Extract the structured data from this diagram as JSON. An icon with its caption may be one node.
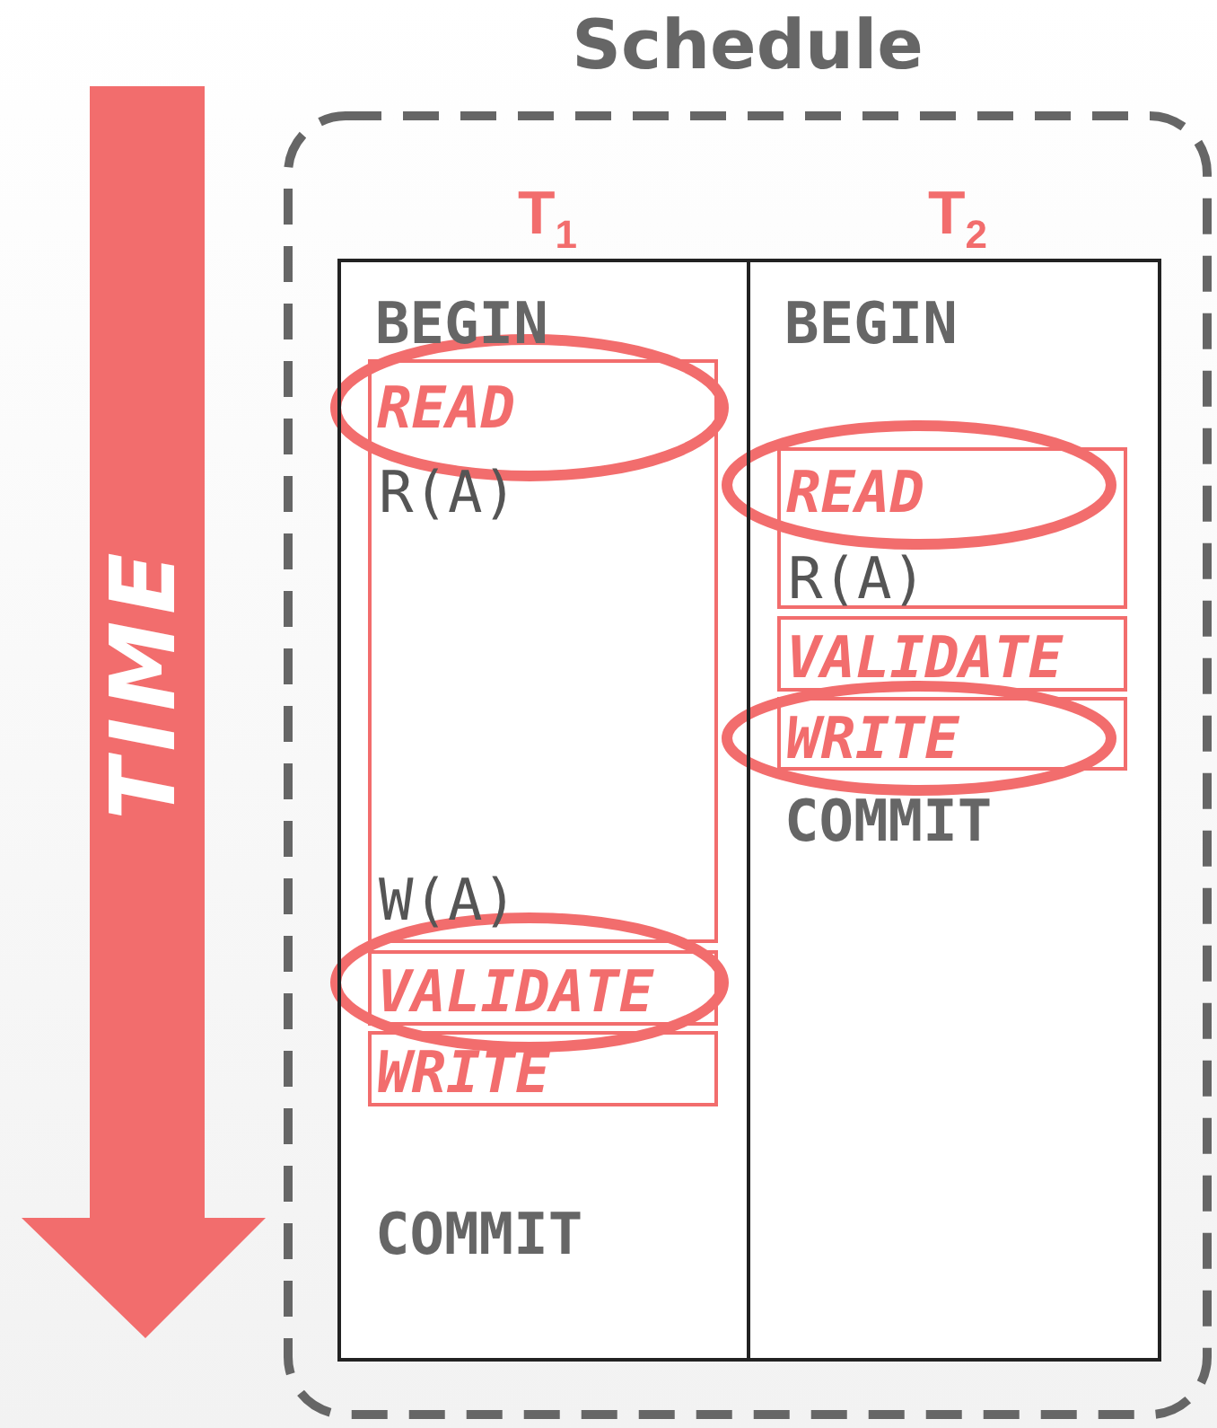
{
  "diagram": {
    "title": "Schedule",
    "nodes": [
      {
        "text": [],
        "shape": "box"
      },
      {
        "text": [
          "T$_{1}$",
          "BEGIN",
          "COMMIT"
        ],
        "in": 0
      },
      {
        "text": [
          "READ",
          "R(A)",
          "W(A)"
        ],
        "in": 1
      },
      {
        "text": [
          "VALIDATE"
        ],
        "in": 1
      },
      {
        "text": [
          "WRITE"
        ],
        "in": 1
      },
      {
        "text": [
          "T$_{2}$",
          "BEGIN",
          "COMMIT"
        ],
        "in": 0
      },
      {
        "text": [
          "READ",
          "R(A)"
        ],
        "in": 5
      },
      {
        "text": [
          "VALIDATE"
        ],
        "in": 5
      },
      {
        "text": [
          "WRITE"
        ],
        "in": 5
      }
    ],
    "edges": [],
    "labels": [
      "TIME"
    ]
  }
}
